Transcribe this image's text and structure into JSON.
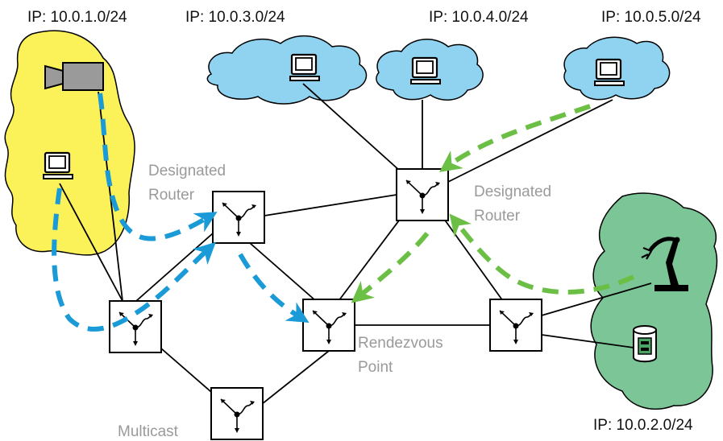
{
  "subnets": {
    "s1": "IP: 10.0.1.0/24",
    "s3": "IP: 10.0.3.0/24",
    "s4": "IP: 10.0.4.0/24",
    "s5": "IP: 10.0.5.0/24",
    "s2": "IP: 10.0.2.0/24"
  },
  "labels": {
    "dr_left_line1": "Designated",
    "dr_left_line2": "Router",
    "dr_right_line1": "Designated",
    "dr_right_line2": "Router",
    "rp_line1": "Rendezvous",
    "rp_line2": "Point",
    "multicast": "Multicast"
  },
  "colors": {
    "subnet_yellow": "#fbf25a",
    "subnet_blue": "#8fd3f0",
    "subnet_green": "#7bc596",
    "flow_blue": "#1a9ad6",
    "flow_green": "#6cbf45",
    "label_gray": "#9a9a9a"
  },
  "icons": [
    "camera-icon",
    "computer-icon",
    "router-icon",
    "robot-arm-icon",
    "database-icon"
  ]
}
